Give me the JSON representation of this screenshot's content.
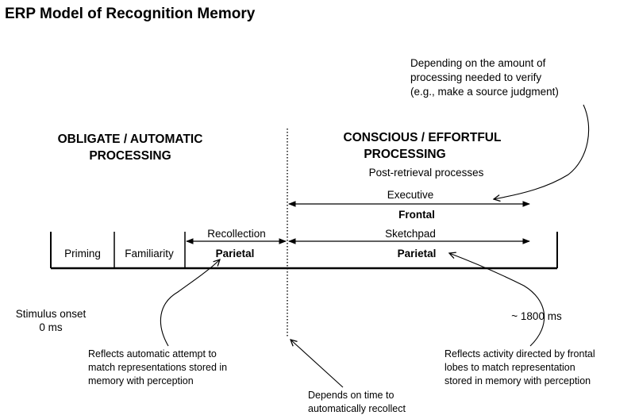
{
  "title": "ERP Model of Recognition Memory",
  "headings": {
    "obligate_line1": "OBLIGATE / AUTOMATIC",
    "obligate_line2": "PROCESSING",
    "conscious_line1": "CONSCIOUS / EFFORTFUL",
    "conscious_line2": "PROCESSING"
  },
  "post_retrieval": "Post-retrieval processes",
  "segments": {
    "priming": "Priming",
    "familiarity": "Familiarity",
    "recollection": "Recollection",
    "recollection_region": "Parietal",
    "executive": "Executive",
    "executive_region": "Frontal",
    "sketchpad": "Sketchpad",
    "sketchpad_region": "Parietal"
  },
  "timeline": {
    "onset_line1": "Stimulus onset",
    "onset_line2": "0 ms",
    "end": "~ 1800 ms"
  },
  "annotations": {
    "top_right": [
      "Depending on the amount of",
      "processing needed to verify",
      "(e.g., make a source judgment)"
    ],
    "bottom_left": [
      "Reflects automatic attempt to",
      "match representations stored in",
      "memory with perception"
    ],
    "bottom_center": [
      "Depends on time to",
      "automatically recollect"
    ],
    "bottom_right": [
      "Reflects activity directed by frontal",
      "lobes to match representation",
      "stored in memory with perception"
    ]
  }
}
